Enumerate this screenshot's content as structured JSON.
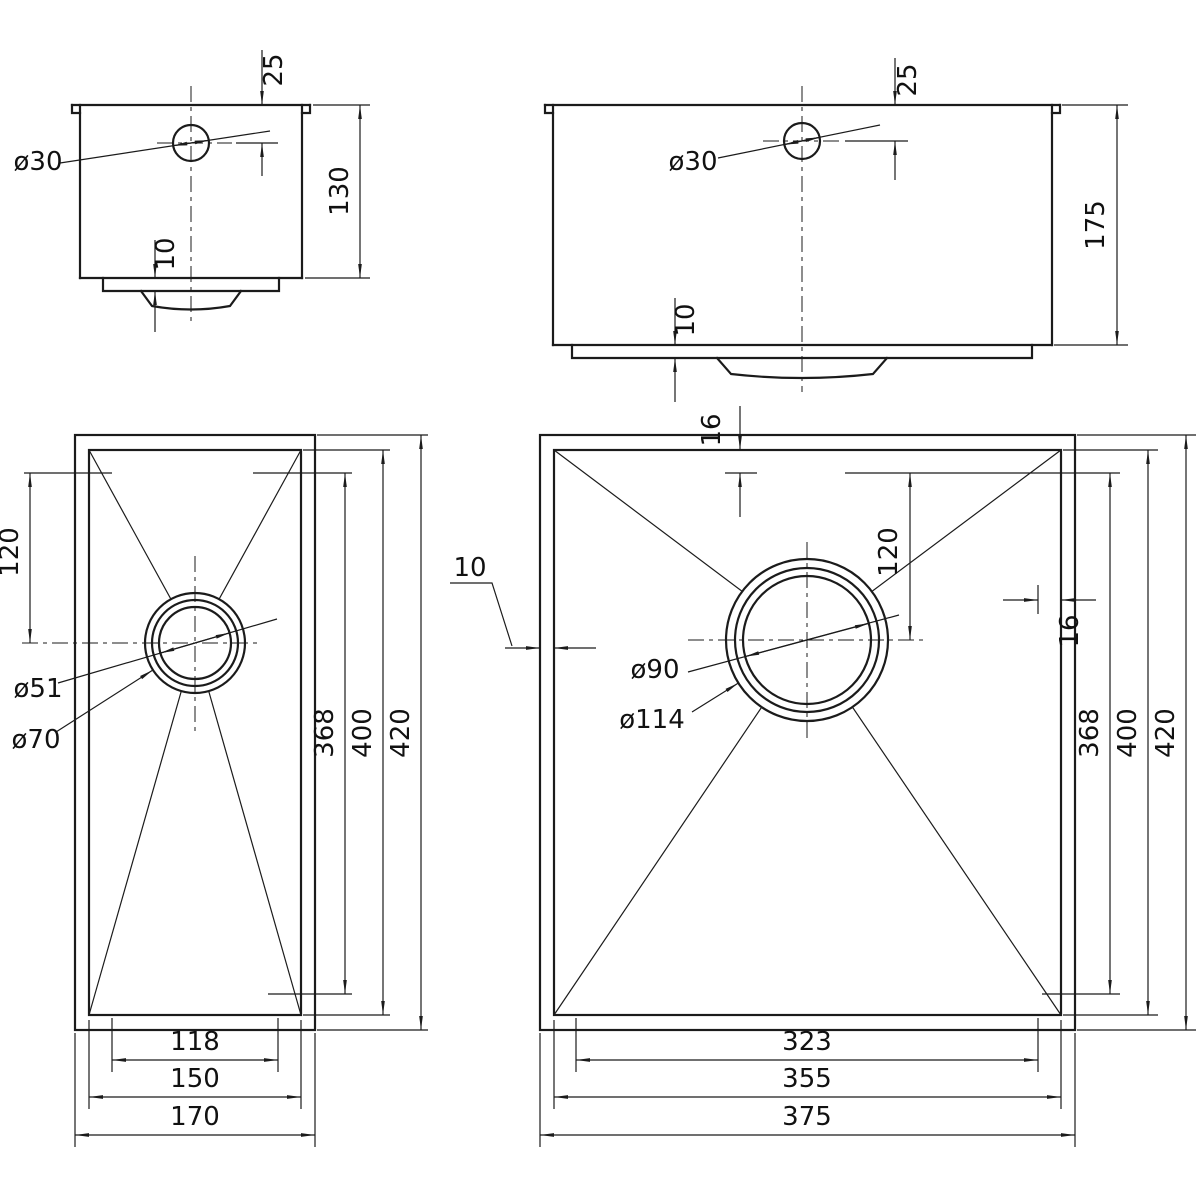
{
  "drawing": {
    "title": "sink-technical-drawing",
    "front_small": {
      "hole_label": "ø30",
      "hole_offset": "25",
      "height": "130",
      "flange": "10"
    },
    "front_large": {
      "hole_label": "ø30",
      "hole_offset": "25",
      "height": "175",
      "flange": "10"
    },
    "plan_small": {
      "drain_offset": "120",
      "drain_inner": "ø51",
      "drain_outer": "ø70",
      "length_bowl": "368",
      "length_inner": "400",
      "length_outer": "420",
      "width_bowl": "118",
      "width_inner": "150",
      "width_outer": "170"
    },
    "plan_large": {
      "rim_top": "16",
      "rim_left": "10",
      "drain_offset": "120",
      "rim_right": "16",
      "drain_inner": "ø90",
      "drain_outer": "ø114",
      "length_bowl": "368",
      "length_inner": "400",
      "length_outer": "420",
      "width_bowl": "323",
      "width_inner": "355",
      "width_outer": "375"
    }
  }
}
